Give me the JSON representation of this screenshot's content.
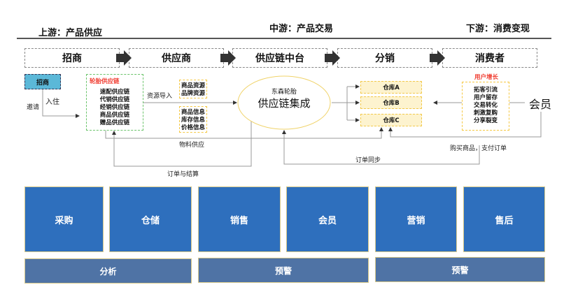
{
  "header": {
    "upstream": "上游：产品供应",
    "midstream": "中游：产品交易",
    "downstream": "下游：消费变现"
  },
  "stages": [
    "招商",
    "供应商",
    "供应链中台",
    "分销",
    "消费者"
  ],
  "recruit": {
    "label": "招商",
    "invite": "邀请",
    "enter": "入住"
  },
  "tire_supply_chain": {
    "title": "轮胎供应链",
    "items": [
      "速配供应链",
      "代销供应链",
      "经销供应链",
      "商品供应链",
      "赠品供应链"
    ]
  },
  "resource_import": "资源导入",
  "resources": [
    "商品资源",
    "品牌资源"
  ],
  "info": [
    "商品信息",
    "库存信息",
    "价格信息"
  ],
  "integration": {
    "company": "东森轮胎",
    "title": "供应链集成"
  },
  "warehouses": [
    "仓库A",
    "仓库B",
    "仓库C"
  ],
  "user_growth": {
    "title": "用户增长",
    "items": [
      "拓客引流",
      "用户留存",
      "交易转化",
      "刺激复购",
      "分享裂变"
    ]
  },
  "member": "会员",
  "flows": {
    "material_supply": "物料供应",
    "order_settlement": "订单与结算",
    "order_sync": "订单同步",
    "buy_pay": "购买商品，支付订单"
  },
  "modules": [
    "采购",
    "仓储",
    "销售",
    "会员",
    "营销",
    "售后"
  ],
  "bars": [
    "分析",
    "预警",
    "预警"
  ],
  "colors": {
    "module_blue": "#2e6fbd",
    "bar_blue": "#4f73a5",
    "recruit_blue": "#5bb8d8",
    "accent_red": "#f03a2e",
    "dashed_yellow": "#f5c842",
    "dashed_green": "#6cc46c"
  }
}
